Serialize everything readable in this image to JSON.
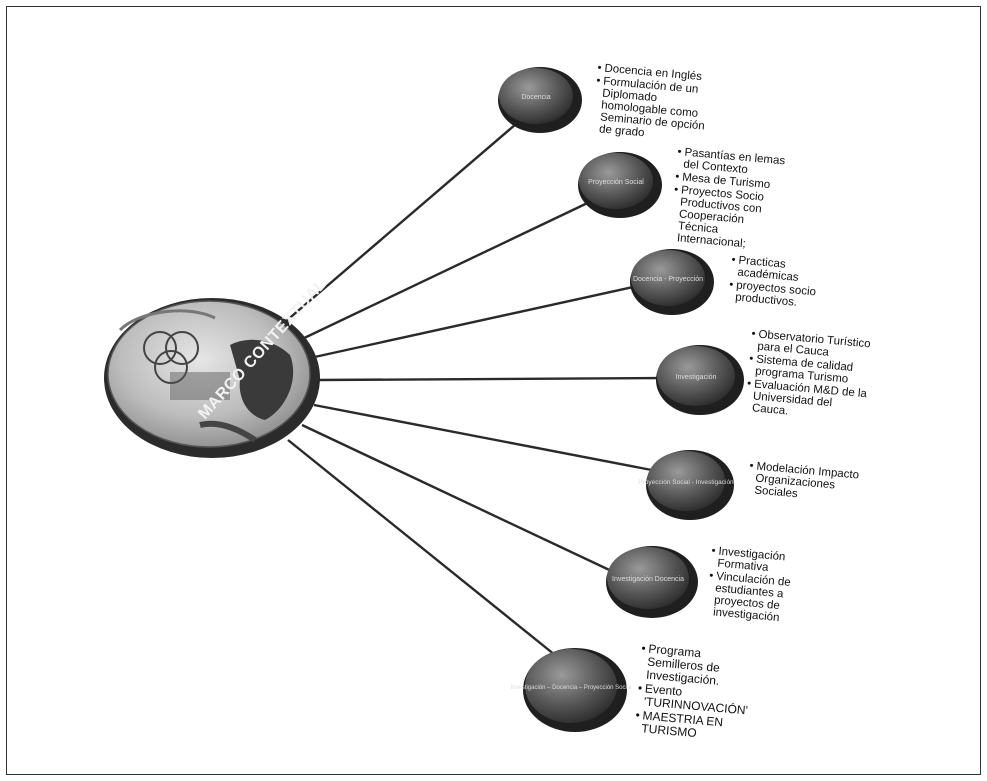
{
  "center": {
    "title": "MARCO CONTEXTUAL"
  },
  "branches": [
    {
      "label": "Docencia",
      "bullets": [
        "Docencia en Inglés",
        "Formulación de un Diplomado homologable como Seminario de opción de grado"
      ]
    },
    {
      "label": "Proyección Social",
      "bullets": [
        "Pasantías en lemas del Contexto",
        "Mesa de Turismo",
        "Proyectos Socio Productivos con Cooperación Técnica Internacional;"
      ]
    },
    {
      "label": "Docencia - Proyección",
      "bullets": [
        "Practicas académicas",
        "proyectos socio productivos."
      ]
    },
    {
      "label": "Investigación",
      "bullets": [
        "Observatorio Turístico para el Cauca",
        "Sistema de calidad programa Turismo",
        "Evaluación M&D de la Universidad del Cauca."
      ]
    },
    {
      "label": "Proyección Social - Investigación",
      "bullets": [
        "Modelación Impacto Organizaciones Sociales"
      ]
    },
    {
      "label": "Investigación Docencia",
      "bullets": [
        "Investigación Formativa",
        "Vinculación de estudiantes a proyectos de investigación"
      ]
    },
    {
      "label": "Investigación – Docencia – Proyección Social",
      "bullets": [
        "Programa Semilleros de Investigación.",
        "Evento 'TURINNOVACIÓN'",
        "MAESTRIA EN TURISMO"
      ]
    }
  ]
}
